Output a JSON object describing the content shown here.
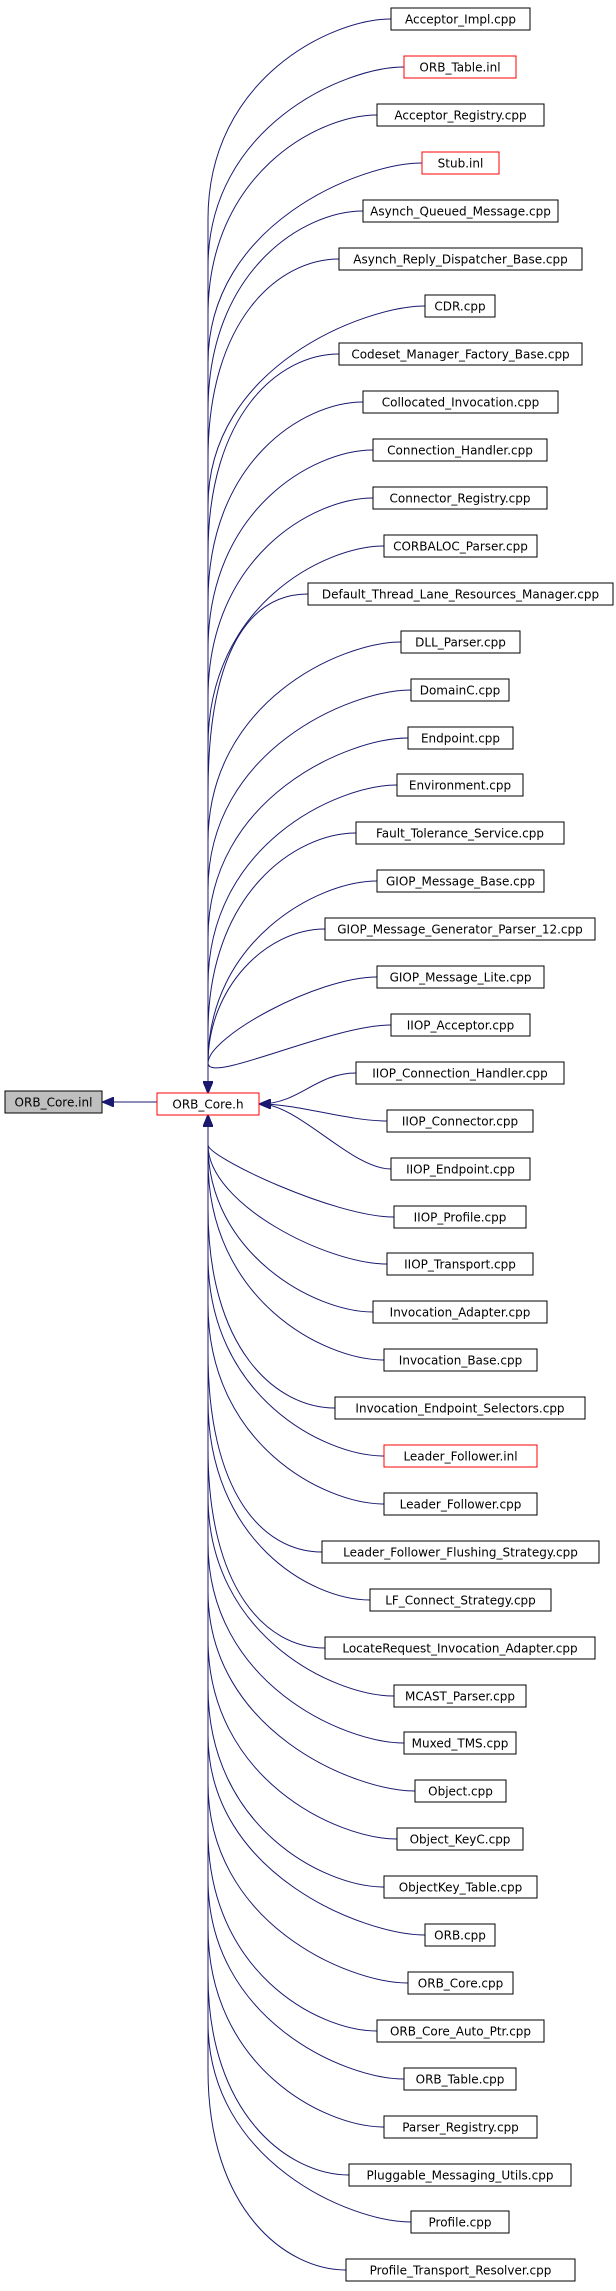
{
  "graph": {
    "source_node": {
      "label": "ORB_Core.inl",
      "fill": "#bfbfbf",
      "border": "#000000"
    },
    "hub_node": {
      "label": "ORB_Core.h",
      "border": "#ff0000"
    },
    "edge_color": "#191970",
    "includers": [
      {
        "label": "Acceptor_Impl.cpp",
        "border": "#000000"
      },
      {
        "label": "ORB_Table.inl",
        "border": "#ff0000"
      },
      {
        "label": "Acceptor_Registry.cpp",
        "border": "#000000"
      },
      {
        "label": "Stub.inl",
        "border": "#ff0000"
      },
      {
        "label": "Asynch_Queued_Message.cpp",
        "border": "#000000"
      },
      {
        "label": "Asynch_Reply_Dispatcher_Base.cpp",
        "border": "#000000"
      },
      {
        "label": "CDR.cpp",
        "border": "#000000"
      },
      {
        "label": "Codeset_Manager_Factory_Base.cpp",
        "border": "#000000"
      },
      {
        "label": "Collocated_Invocation.cpp",
        "border": "#000000"
      },
      {
        "label": "Connection_Handler.cpp",
        "border": "#000000"
      },
      {
        "label": "Connector_Registry.cpp",
        "border": "#000000"
      },
      {
        "label": "CORBALOC_Parser.cpp",
        "border": "#000000"
      },
      {
        "label": "Default_Thread_Lane_Resources_Manager.cpp",
        "border": "#000000"
      },
      {
        "label": "DLL_Parser.cpp",
        "border": "#000000"
      },
      {
        "label": "DomainC.cpp",
        "border": "#000000"
      },
      {
        "label": "Endpoint.cpp",
        "border": "#000000"
      },
      {
        "label": "Environment.cpp",
        "border": "#000000"
      },
      {
        "label": "Fault_Tolerance_Service.cpp",
        "border": "#000000"
      },
      {
        "label": "GIOP_Message_Base.cpp",
        "border": "#000000"
      },
      {
        "label": "GIOP_Message_Generator_Parser_12.cpp",
        "border": "#000000"
      },
      {
        "label": "GIOP_Message_Lite.cpp",
        "border": "#000000"
      },
      {
        "label": "IIOP_Acceptor.cpp",
        "border": "#000000"
      },
      {
        "label": "IIOP_Connection_Handler.cpp",
        "border": "#000000"
      },
      {
        "label": "IIOP_Connector.cpp",
        "border": "#000000"
      },
      {
        "label": "IIOP_Endpoint.cpp",
        "border": "#000000"
      },
      {
        "label": "IIOP_Profile.cpp",
        "border": "#000000"
      },
      {
        "label": "IIOP_Transport.cpp",
        "border": "#000000"
      },
      {
        "label": "Invocation_Adapter.cpp",
        "border": "#000000"
      },
      {
        "label": "Invocation_Base.cpp",
        "border": "#000000"
      },
      {
        "label": "Invocation_Endpoint_Selectors.cpp",
        "border": "#000000"
      },
      {
        "label": "Leader_Follower.inl",
        "border": "#ff0000"
      },
      {
        "label": "Leader_Follower.cpp",
        "border": "#000000"
      },
      {
        "label": "Leader_Follower_Flushing_Strategy.cpp",
        "border": "#000000"
      },
      {
        "label": "LF_Connect_Strategy.cpp",
        "border": "#000000"
      },
      {
        "label": "LocateRequest_Invocation_Adapter.cpp",
        "border": "#000000"
      },
      {
        "label": "MCAST_Parser.cpp",
        "border": "#000000"
      },
      {
        "label": "Muxed_TMS.cpp",
        "border": "#000000"
      },
      {
        "label": "Object.cpp",
        "border": "#000000"
      },
      {
        "label": "Object_KeyC.cpp",
        "border": "#000000"
      },
      {
        "label": "ObjectKey_Table.cpp",
        "border": "#000000"
      },
      {
        "label": "ORB.cpp",
        "border": "#000000"
      },
      {
        "label": "ORB_Core.cpp",
        "border": "#000000"
      },
      {
        "label": "ORB_Core_Auto_Ptr.cpp",
        "border": "#000000"
      },
      {
        "label": "ORB_Table.cpp",
        "border": "#000000"
      },
      {
        "label": "Parser_Registry.cpp",
        "border": "#000000"
      },
      {
        "label": "Pluggable_Messaging_Utils.cpp",
        "border": "#000000"
      },
      {
        "label": "Profile.cpp",
        "border": "#000000"
      },
      {
        "label": "Profile_Transport_Resolver.cpp",
        "border": "#000000"
      }
    ]
  }
}
